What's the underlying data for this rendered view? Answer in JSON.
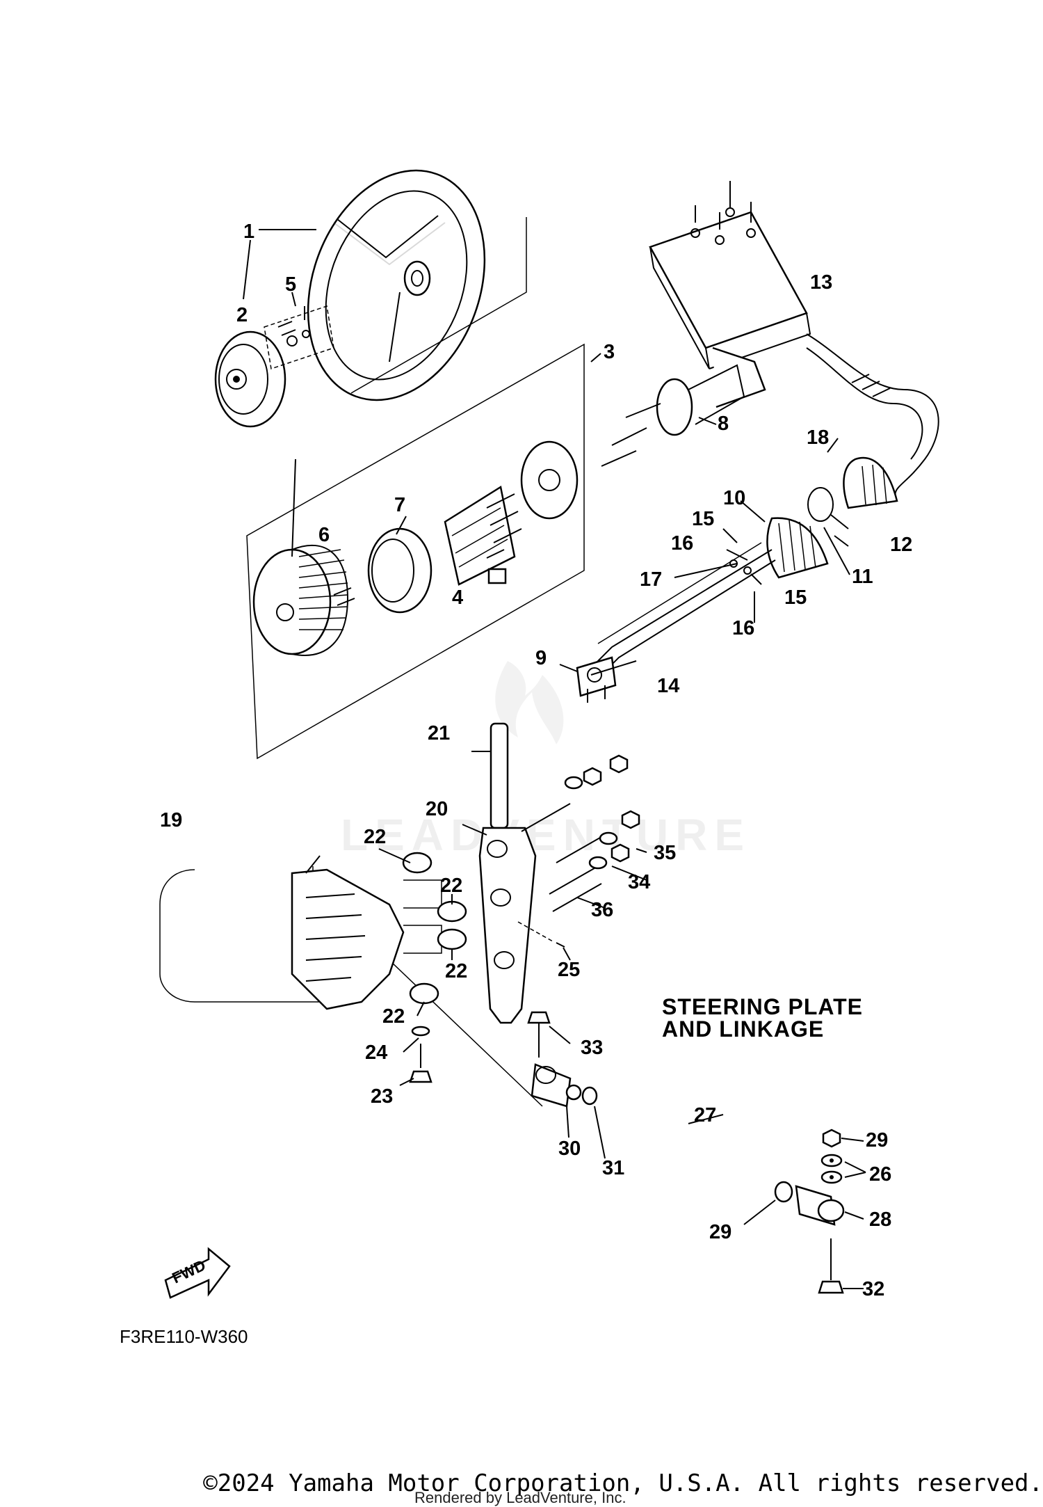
{
  "diagram": {
    "title_line1": "STEERING PLATE",
    "title_line2": "AND LINKAGE",
    "figure_code": "F3RE110-W360",
    "fwd_label": "FWD",
    "watermark": "LEADVENTURE",
    "callouts": {
      "c1": "1",
      "c2": "2",
      "c3": "3",
      "c4": "4",
      "c5": "5",
      "c6": "6",
      "c7": "7",
      "c8": "8",
      "c9": "9",
      "c10": "10",
      "c11": "11",
      "c12": "12",
      "c13": "13",
      "c14": "14",
      "c15a": "15",
      "c15b": "15",
      "c16a": "16",
      "c16b": "16",
      "c17": "17",
      "c18": "18",
      "c19": "19",
      "c20": "20",
      "c21": "21",
      "c22a": "22",
      "c22b": "22",
      "c22c": "22",
      "c22d": "22",
      "c23": "23",
      "c24": "24",
      "c25": "25",
      "c26": "26",
      "c27": "27",
      "c28": "28",
      "c29a": "29",
      "c29b": "29",
      "c30": "30",
      "c31": "31",
      "c32": "32",
      "c33": "33",
      "c34": "34",
      "c35": "35",
      "c36": "36"
    }
  },
  "footer": {
    "copyright": "©2024 Yamaha Motor Corporation, U.S.A. All rights reserved.",
    "rendered_by": "Rendered by LeadVenture, Inc."
  }
}
